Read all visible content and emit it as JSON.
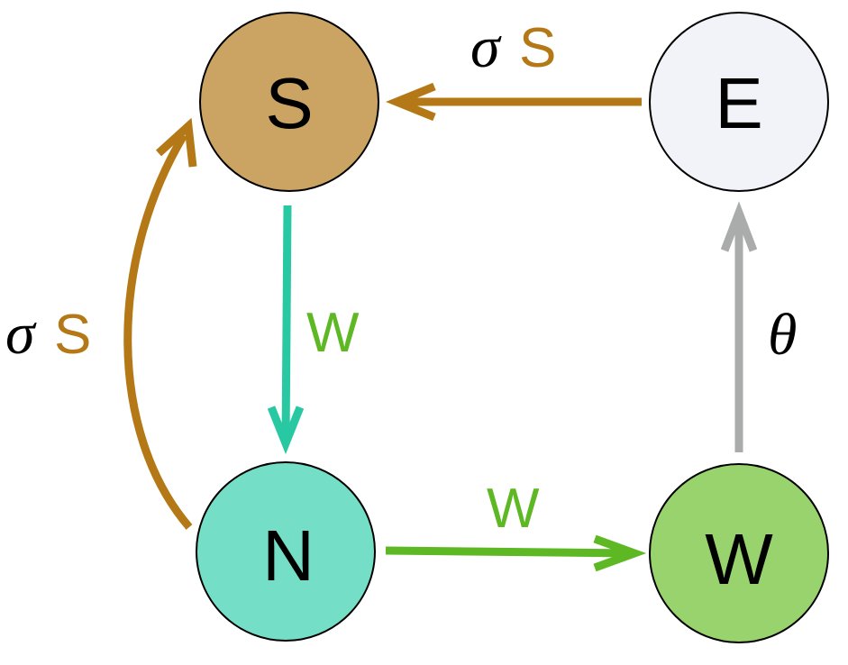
{
  "colors": {
    "S": "#CBA463",
    "E": "#F2F3F8",
    "N": "#75DEC7",
    "W": "#98D36D",
    "arrow_sigma": "#B47916",
    "arrow_w_down": "#28C9A2",
    "arrow_w_right": "#5DB823",
    "arrow_theta": "#A9ACAB",
    "label_S": "#B47916",
    "label_W": "#5DB823",
    "label_black": "#000000"
  },
  "nodes": {
    "S": {
      "label": "S"
    },
    "E": {
      "label": "E"
    },
    "N": {
      "label": "N"
    },
    "W": {
      "label": "W"
    }
  },
  "edges": {
    "E_to_S": {
      "sigma": "σ",
      "var": "S"
    },
    "N_to_S": {
      "sigma": "σ",
      "var": "S"
    },
    "S_to_N": {
      "label": "W"
    },
    "N_to_W": {
      "label": "W"
    },
    "W_to_E": {
      "label": "θ"
    }
  }
}
